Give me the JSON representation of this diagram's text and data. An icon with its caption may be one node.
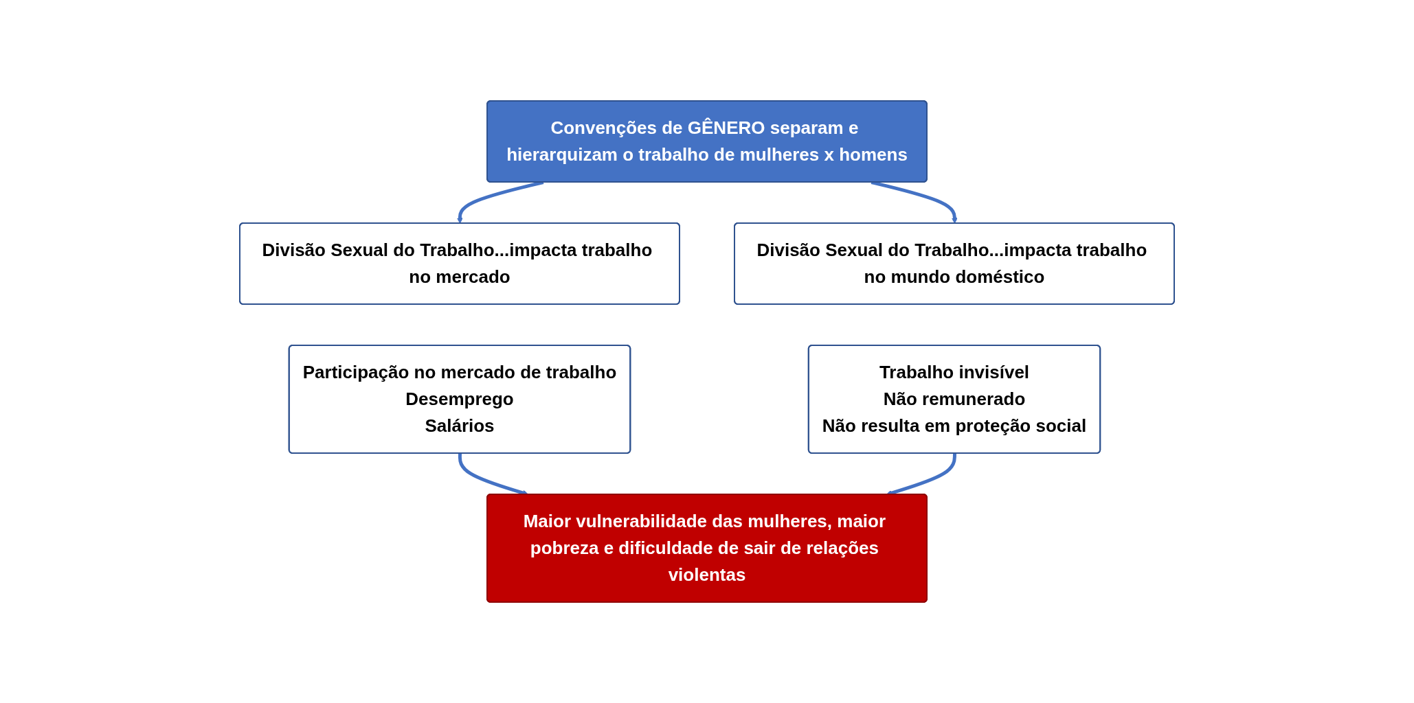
{
  "diagram": {
    "nodes": [
      {
        "text": [
          "Convenções de GÊNERO separam e hierarquizam o trabalho de mulheres x homens"
        ]
      },
      {
        "text": [
          "Divisão Sexual do Trabalho...impacta trabalho no mercado"
        ]
      },
      {
        "text": [
          "Divisão Sexual do Trabalho...impacta trabalho no mundo doméstico"
        ]
      },
      {
        "text": [
          "Participação no mercado de trabalho",
          "Desemprego",
          "Salários"
        ]
      },
      {
        "text": [
          "Trabalho invisível",
          "Não remunerado",
          "Não resulta em proteção social"
        ]
      },
      {
        "text": [
          "Maior vulnerabilidade das mulheres, maior pobreza e dificuldade de sair de relações violentas"
        ]
      }
    ],
    "edges": [
      {
        "from": 0,
        "to": 1,
        "arrow": "to"
      },
      {
        "from": 0,
        "to": 2,
        "arrow": "to"
      },
      {
        "from": 3,
        "to": 5,
        "arrow": "to"
      },
      {
        "from": 4,
        "to": 5,
        "arrow": "to"
      }
    ]
  }
}
